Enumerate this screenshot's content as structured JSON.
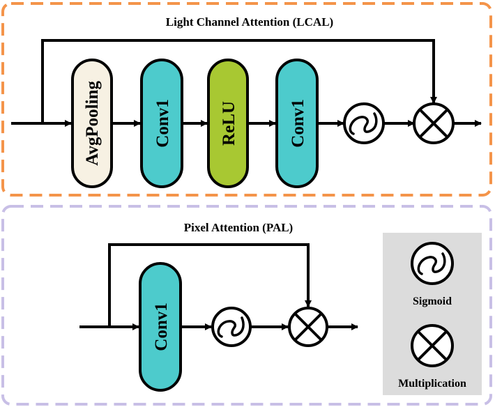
{
  "colors": {
    "lcal_border": "#f4944a",
    "pal_border": "#c8bfe6",
    "avgpool_fill": "#f7f1e3",
    "conv_fill": "#4dcbcc",
    "relu_fill": "#a8c832",
    "legend_bg": "#dcdcdc",
    "stroke": "#000000"
  },
  "lcal": {
    "title": "Light Channel Attention (LCAL)",
    "blocks": [
      "AvgPooling",
      "Conv1",
      "ReLU",
      "Conv1"
    ]
  },
  "pal": {
    "title": "Pixel Attention (PAL)",
    "blocks": [
      "Conv1"
    ]
  },
  "legend": {
    "sigmoid_label": "Sigmoid",
    "multiplication_label": "Multiplication",
    "sigmoid_icon": "sigmoid-icon",
    "multiplication_icon": "multiplication-icon"
  }
}
